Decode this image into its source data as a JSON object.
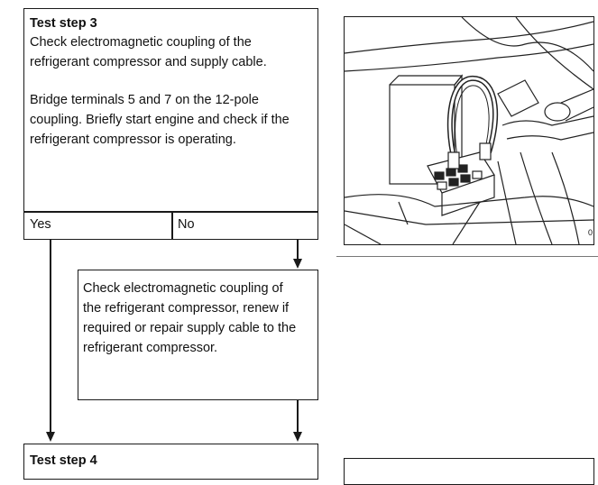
{
  "step3": {
    "title": "Test step 3",
    "lines": [
      "Check electromagnetic coupling of the",
      "refrigerant compressor and supply cable.",
      "",
      "Bridge terminals 5 and 7 on the 12-pole",
      "coupling. Briefly start engine and check if the",
      "refrigerant compressor is operating."
    ],
    "yes_label": "Yes",
    "no_label": "No"
  },
  "no_branch": {
    "lines": [
      "Check electromagnetic coupling of",
      "the refrigerant compressor, renew if",
      "required or repair supply cable to the",
      "refrigerant compressor."
    ]
  },
  "step4": {
    "title": "Test step 4"
  },
  "figure": {
    "corner_mark": "0"
  }
}
